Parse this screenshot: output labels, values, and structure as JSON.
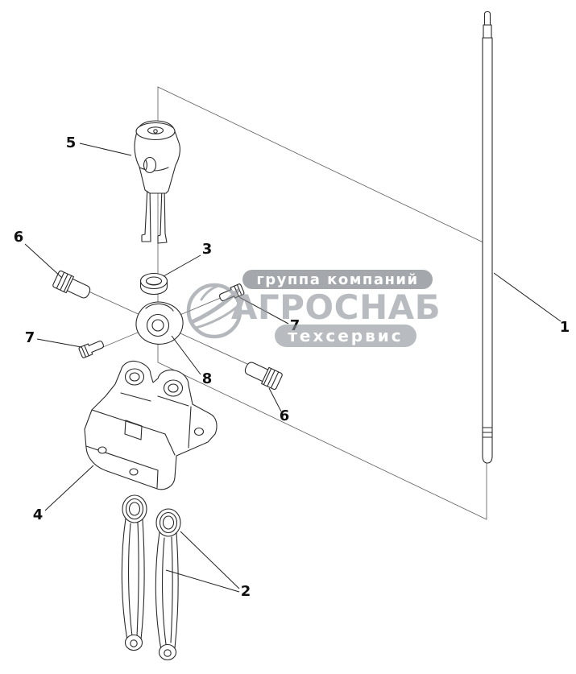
{
  "part_labels": {
    "rod": "1",
    "fork_arms": "2",
    "ring": "3",
    "bracket": "4",
    "clevis": "5",
    "plug_upper": "6",
    "plug_lower": "6",
    "bolt_upper": "7",
    "bolt_lower": "7",
    "hub": "8"
  },
  "watermark": {
    "top": "группа компаний",
    "brand": "АГРОСНАБ",
    "bottom": "техсервис"
  },
  "colors": {
    "line": "#2a2a2a",
    "thin_line": "#5a5a5a",
    "watermark_gray": "#8e939a",
    "watermark_dark_bar": "#6e737a",
    "watermark_text": "#ffffff",
    "background": "#ffffff"
  }
}
